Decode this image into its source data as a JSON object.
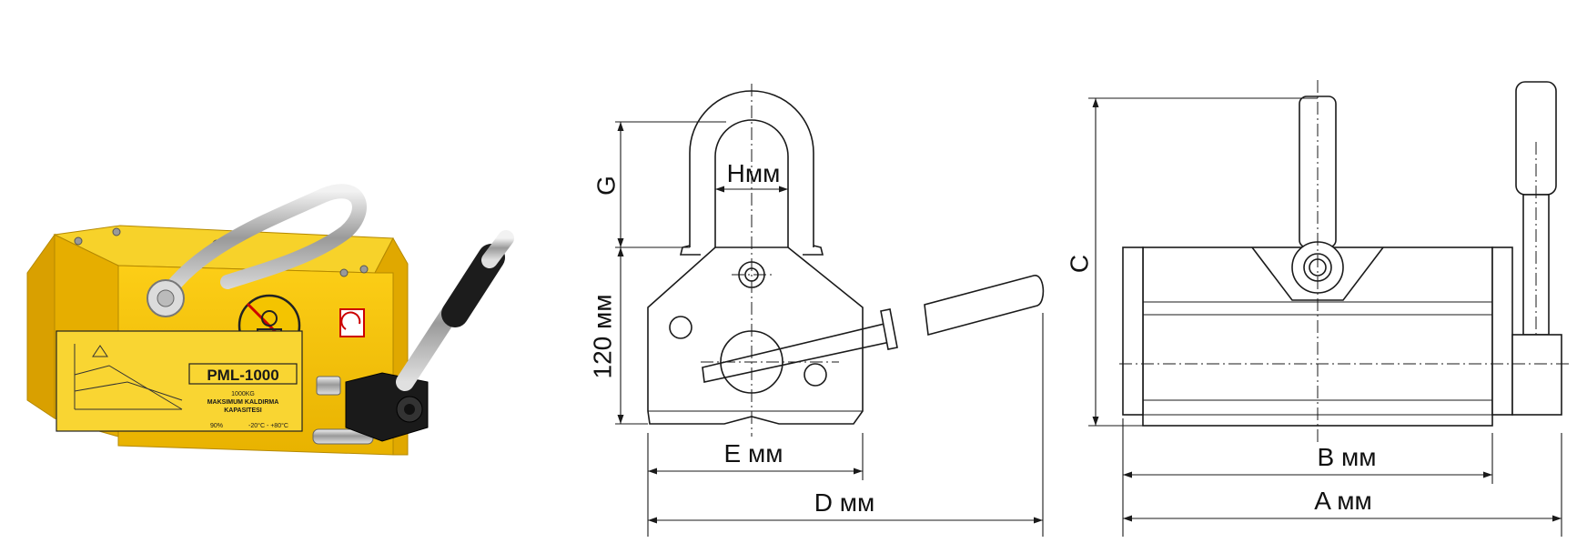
{
  "product": {
    "model_label": "PML-1000",
    "plate_line1": "1000KG",
    "plate_line2": "MAKSIMUM KALDIRMA",
    "plate_line3": "KAPASITESI",
    "plate_temp_left": "90%",
    "plate_temp_right": "-20°C - +80°C",
    "body_color": "#f5c300",
    "body_shadow": "#d9a400"
  },
  "dimensions": {
    "g_label": "G",
    "h_label": "Нмм",
    "height_label": "120 мм",
    "e_label": "E мм",
    "d_label": "D мм",
    "c_label": "C",
    "b_label": "B мм",
    "a_label": "A мм"
  }
}
